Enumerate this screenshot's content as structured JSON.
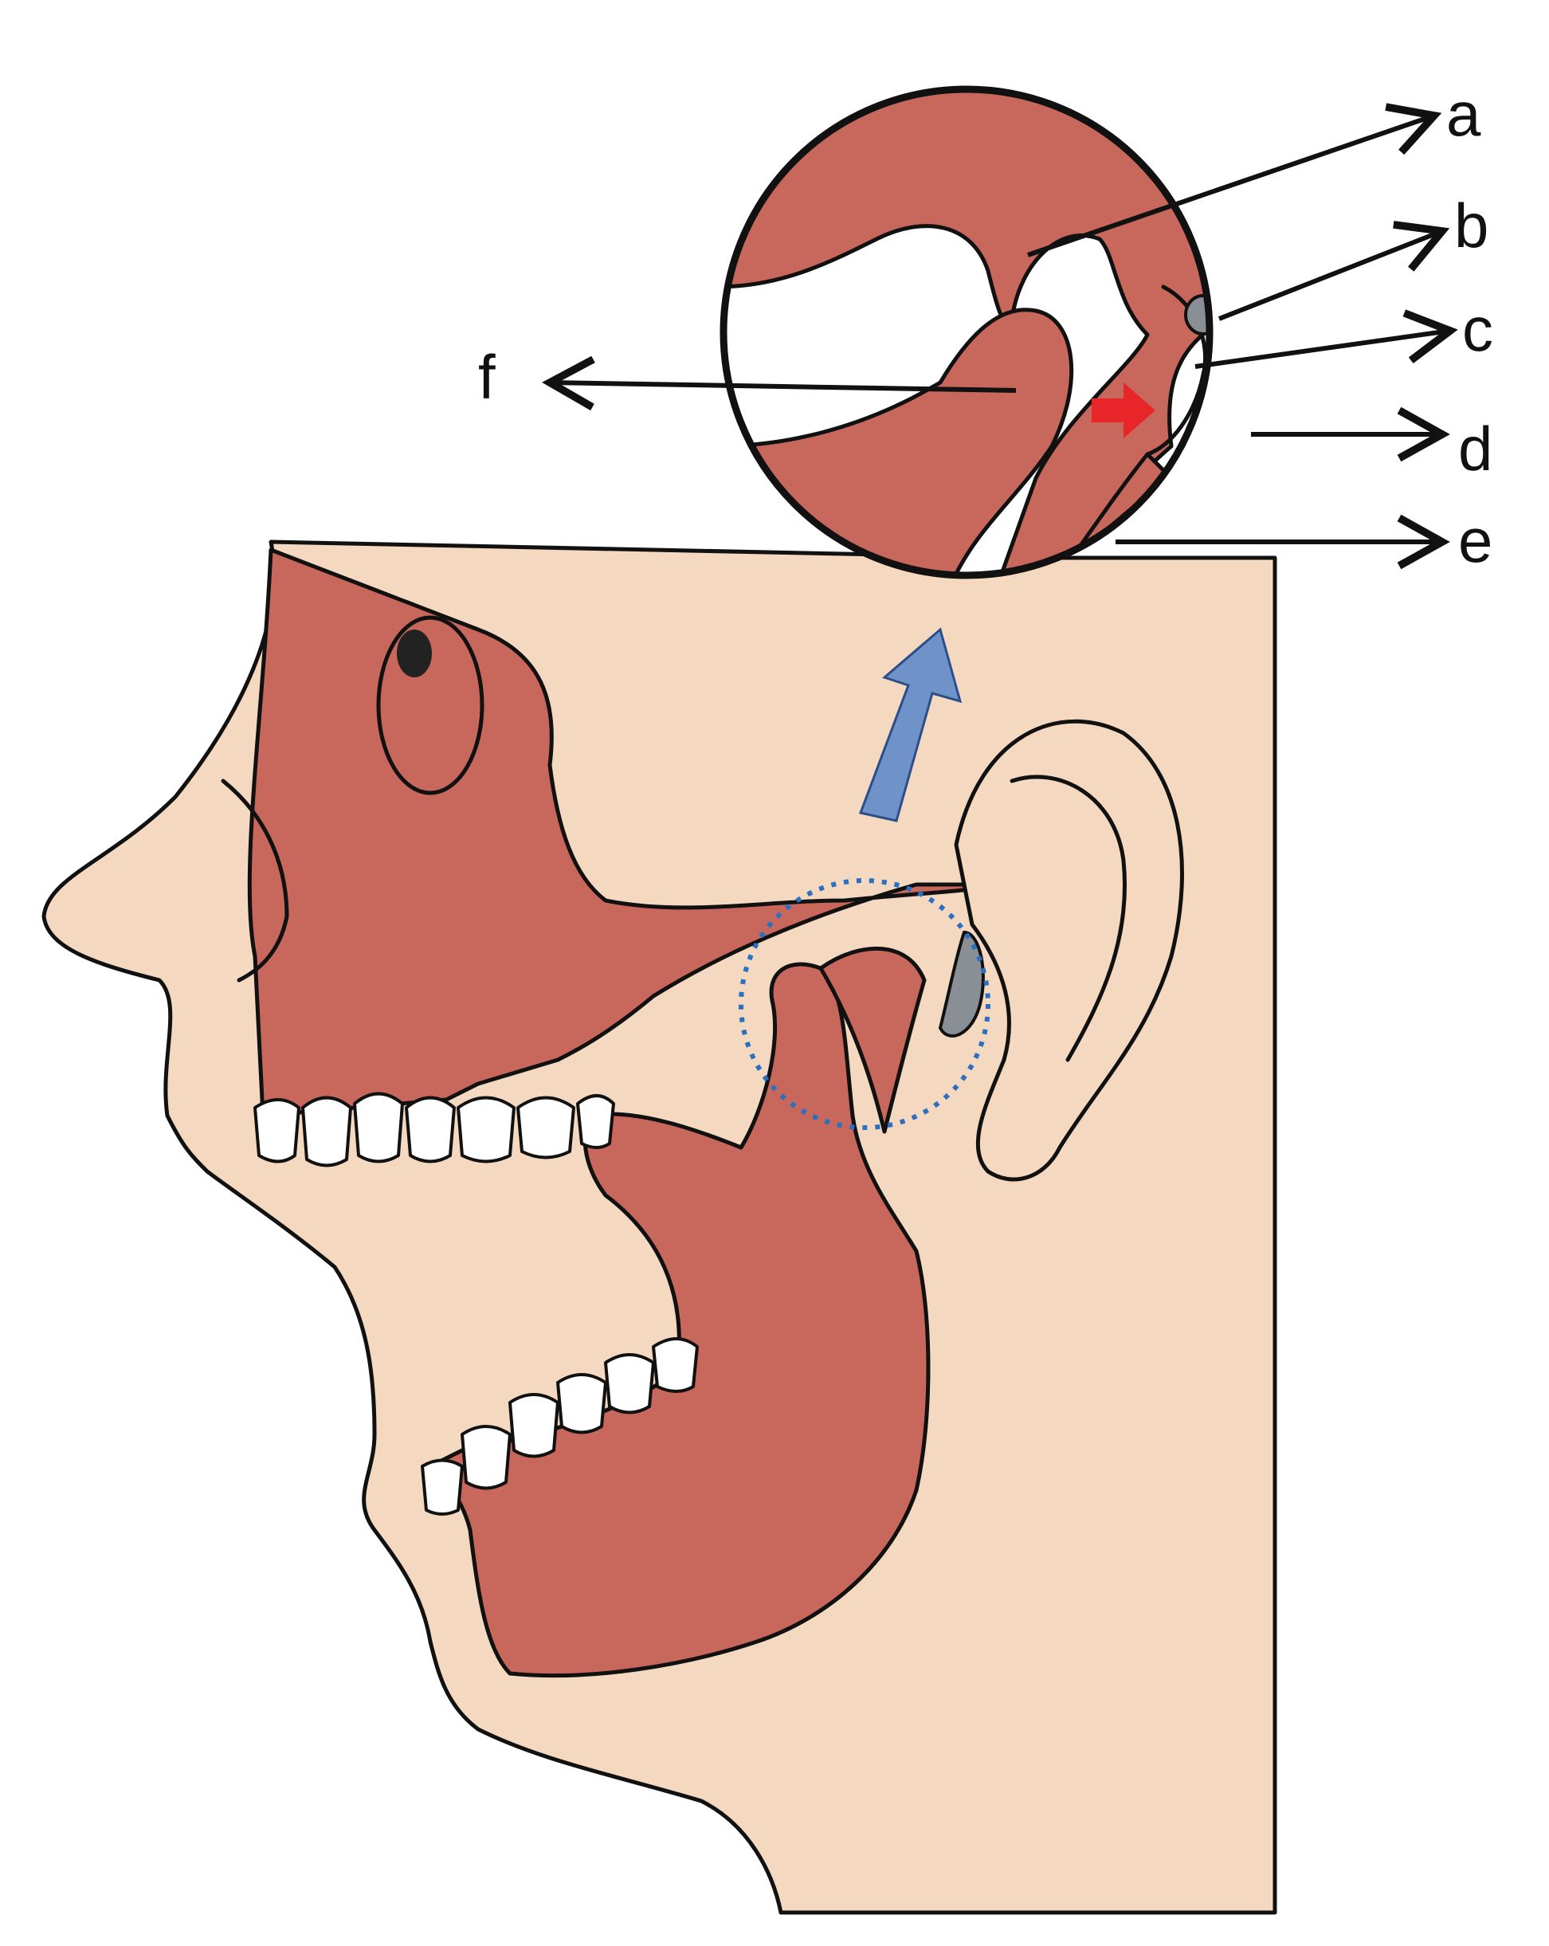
{
  "labels": {
    "a": "a",
    "b": "b",
    "c": "c",
    "d": "d",
    "e": "e",
    "f": "f"
  },
  "colors": {
    "bone": "#c8685c",
    "skin": "#f4d9c0",
    "highlight_arrow": "#e8262a",
    "zoom_arrow": "#6f93c8",
    "zoom_circle": "#2a6fc0",
    "disc": "#8a8f96"
  }
}
